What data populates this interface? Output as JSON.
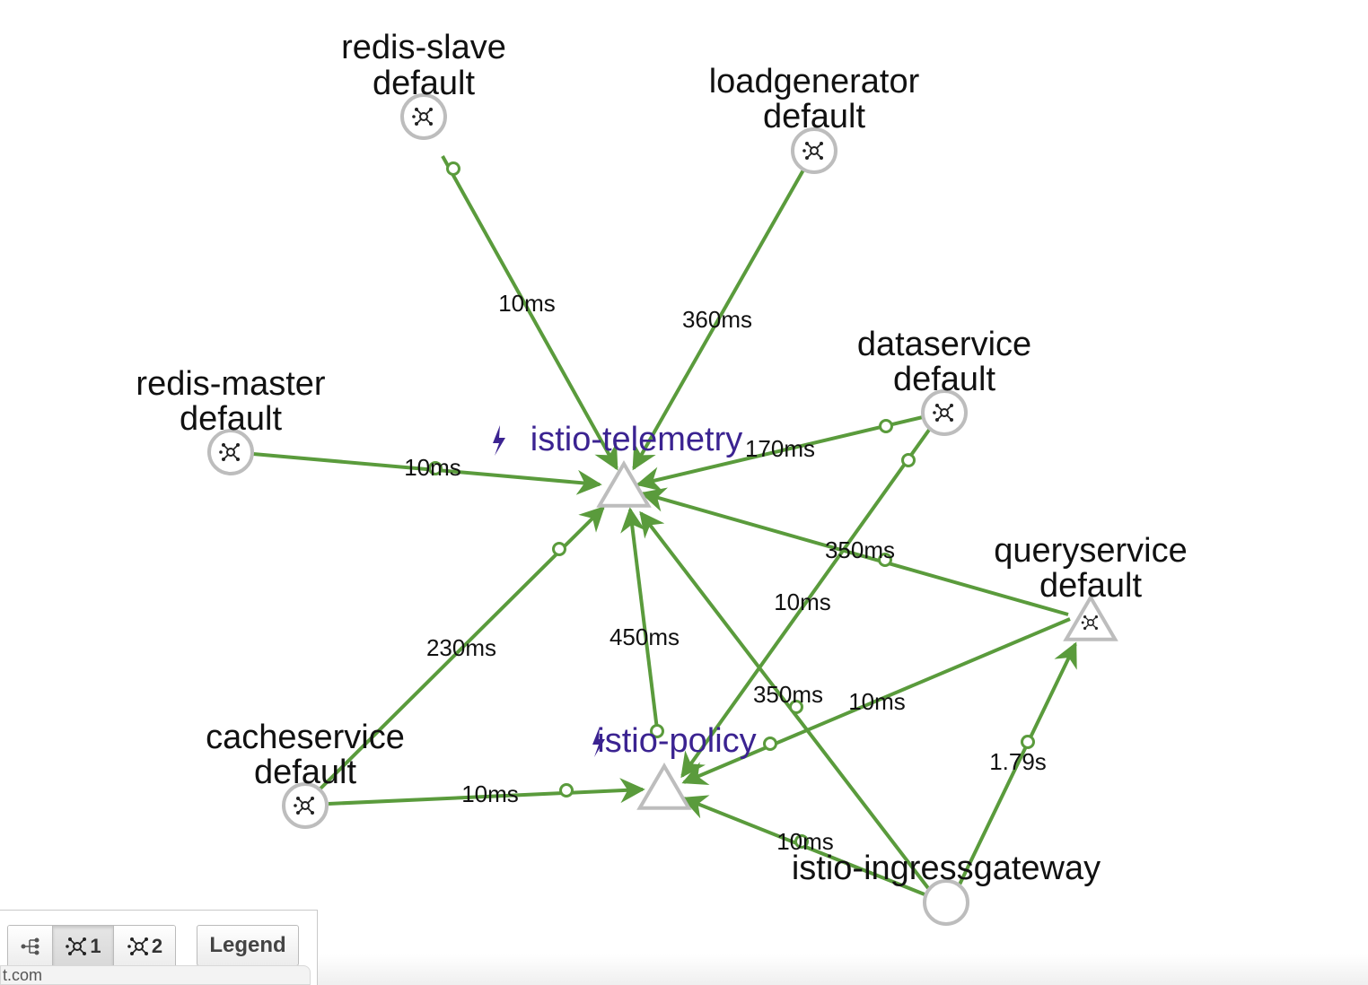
{
  "graph": {
    "colors": {
      "edge": "#5a9b3c",
      "node_stroke": "#bdbdbd",
      "box_label": "#3b2391"
    },
    "nodes": [
      {
        "id": "redis-slave",
        "name": "redis-slave",
        "namespace": "default",
        "shape": "circle",
        "icon": "workload-icon"
      },
      {
        "id": "loadgenerator",
        "name": "loadgenerator",
        "namespace": "default",
        "shape": "circle",
        "icon": "workload-icon"
      },
      {
        "id": "dataservice",
        "name": "dataservice",
        "namespace": "default",
        "shape": "circle",
        "icon": "workload-icon"
      },
      {
        "id": "redis-master",
        "name": "redis-master",
        "namespace": "default",
        "shape": "circle",
        "icon": "workload-icon"
      },
      {
        "id": "queryservice",
        "name": "queryservice",
        "namespace": "default",
        "shape": "triangle",
        "icon": "workload-icon"
      },
      {
        "id": "cacheservice",
        "name": "cacheservice",
        "namespace": "default",
        "shape": "circle",
        "icon": "workload-icon"
      },
      {
        "id": "istio-telemetry",
        "name": "istio-telemetry",
        "namespace": "",
        "shape": "triangle",
        "icon": "bolt-icon",
        "label_style": "box"
      },
      {
        "id": "istio-policy",
        "name": "istio-policy",
        "namespace": "",
        "shape": "triangle",
        "icon": "bolt-icon",
        "label_style": "box"
      },
      {
        "id": "istio-ingressgateway",
        "name": "istio-ingressgateway",
        "namespace": "",
        "shape": "circle",
        "icon": ""
      }
    ],
    "edges": [
      {
        "from": "redis-slave",
        "to": "istio-telemetry",
        "label": "10ms"
      },
      {
        "from": "loadgenerator",
        "to": "istio-telemetry",
        "label": "360ms"
      },
      {
        "from": "dataservice",
        "to": "istio-telemetry",
        "label": "170ms"
      },
      {
        "from": "redis-master",
        "to": "istio-telemetry",
        "label": "10ms"
      },
      {
        "from": "queryservice",
        "to": "istio-telemetry",
        "label": "350ms"
      },
      {
        "from": "cacheservice",
        "to": "istio-telemetry",
        "label": "230ms"
      },
      {
        "from": "istio-policy",
        "to": "istio-telemetry",
        "label": "450ms"
      },
      {
        "from": "istio-ingressgateway",
        "to": "istio-telemetry",
        "label": "350ms"
      },
      {
        "from": "dataservice",
        "to": "istio-policy",
        "label": "10ms"
      },
      {
        "from": "queryservice",
        "to": "istio-policy",
        "label": "10ms"
      },
      {
        "from": "cacheservice",
        "to": "istio-policy",
        "label": "10ms"
      },
      {
        "from": "istio-ingressgateway",
        "to": "istio-policy",
        "label": "10ms"
      },
      {
        "from": "istio-ingressgateway",
        "to": "queryservice",
        "label": "1.79s"
      }
    ]
  },
  "toolbar": {
    "layouts": [
      {
        "icon": "hierarchy-layout-icon",
        "label": ""
      },
      {
        "icon": "cose-layout-icon",
        "label": "1"
      },
      {
        "icon": "cose-layout-icon",
        "label": "2"
      }
    ],
    "legend_label": "Legend"
  },
  "statusbar": {
    "text": "t.com"
  }
}
